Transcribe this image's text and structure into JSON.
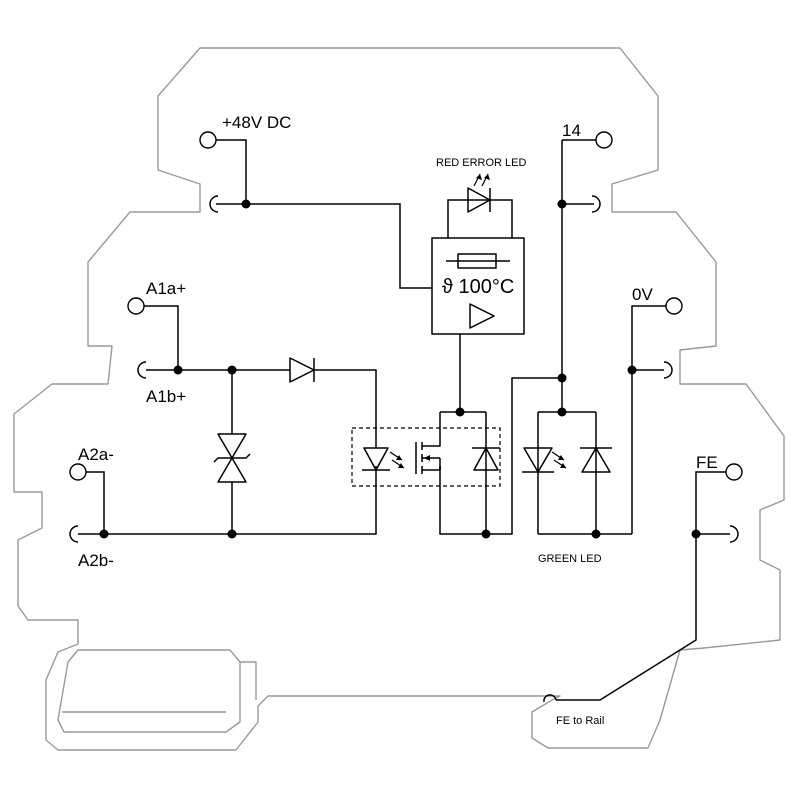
{
  "labels": {
    "supply": "+48V DC",
    "out_14": "14",
    "zero_v": "0V",
    "a1a": "A1a+",
    "a1b": "A1b+",
    "a2a": "A2a-",
    "a2b": "A2b-",
    "fe": "FE",
    "fe_rail": "FE to Rail",
    "red_led": "RED ERROR LED",
    "green_led": "GREEN LED",
    "thermal": "ϑ 100°C"
  },
  "colors": {
    "housing": "#9a9a9a",
    "wire": "#000000"
  }
}
